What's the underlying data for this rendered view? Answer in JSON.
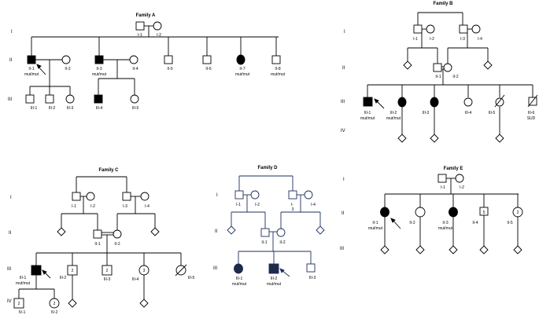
{
  "families": {
    "A": {
      "title": "Family A",
      "generations": [
        "I",
        "II",
        "III"
      ],
      "labels": {
        "I1": "I-1",
        "I2": "I-2",
        "II1": "II-1",
        "II2": "II-2",
        "II3": "II-3",
        "II4": "II-4",
        "II5": "II-5",
        "II6": "II-6",
        "II7": "II-7",
        "II8": "II-8",
        "III1": "III-1",
        "III2": "III-2",
        "III3": "III-3",
        "III4": "III-4",
        "III5": "III-5"
      },
      "genotypes": {
        "II1": "mut/mut",
        "II3": "mut/mut",
        "II7": "mut/mut",
        "II8": "mut/mut"
      }
    },
    "B": {
      "title": "Family B",
      "generations": [
        "I",
        "II",
        "III",
        "IV"
      ],
      "labels": {
        "I1": "I-1",
        "I2": "I-2",
        "I3": "I-3",
        "I4": "I-4",
        "II1": "II-1",
        "II2": "II-2",
        "III1": "III-1",
        "III2": "III-2",
        "III3": "III-3",
        "III4": "III-4",
        "III5": "III-5",
        "III6": "III-6"
      },
      "genotypes": {
        "III1": "mut/mut",
        "III2": "mut/mut"
      },
      "note": "SUD"
    },
    "C": {
      "title": "Family C",
      "generations": [
        "I",
        "II",
        "III",
        "IV"
      ],
      "labels": {
        "I1": "I-1",
        "I2": "I-2",
        "I3": "I-3",
        "I4": "I-4",
        "II1": "II-1",
        "II2": "II-2",
        "III1": "III-1",
        "III2": "III-2",
        "III3": "III-3",
        "III4": "III-4",
        "III5": "III-5",
        "IV1": "IV-1",
        "IV2": "IV-2"
      },
      "genotypes": {
        "III1": "mut/mut"
      },
      "counts": {
        "III2": "2",
        "III3": "2",
        "III4": "3",
        "IV1": "2",
        "IV2": "2"
      }
    },
    "D": {
      "title": "Family D",
      "generations": [
        "I",
        "II",
        "III"
      ],
      "labels": {
        "I1": "I-1",
        "I2": "I-2",
        "I3a": "I-",
        "I3b": "3",
        "I4": "I-4",
        "II1": "II-1",
        "II2": "II-2",
        "III1": "III-1",
        "III2": "III-2",
        "III3": "III-3"
      },
      "genotypes": {
        "III1": "mut/mut",
        "III2": "mut/mut"
      }
    },
    "E": {
      "title": "Family E",
      "generations": [
        "I",
        "II",
        "III"
      ],
      "labels": {
        "I1": "I-1",
        "I2": "I-2",
        "II1": "II-1",
        "II2": "II-2",
        "II3": "II-3",
        "II4": "II-4",
        "II5": "II-5"
      },
      "genotypes": {
        "II1": "mut/mut",
        "II3": "mut/mut"
      },
      "counts": {
        "II4": "5",
        "II5": "2"
      }
    }
  }
}
